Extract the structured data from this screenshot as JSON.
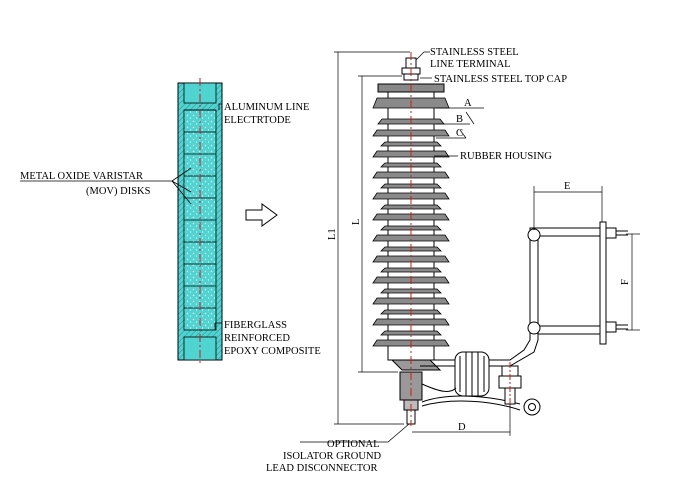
{
  "colors": {
    "varistor_fill": "#4fd4d2",
    "centerline": "#d01818",
    "line": "#000000"
  },
  "left_labels": {
    "electrode_line1": "ALUMINUM LINE",
    "electrode_line2": "ELECTRTODE",
    "mov_line1": "METAL OXIDE VARISTAR",
    "mov_line2": "(MOV) DISKS",
    "fiber_line1": "FIBERGLASS",
    "fiber_line2": "REINFORCED",
    "fiber_line3": "EPOXY COMPOSITE"
  },
  "right_labels": {
    "terminal_line1": "STAINLESS STEEL",
    "terminal_line2": "LINE TERMINAL",
    "top_cap": "STAINLESS STEEL TOP CAP",
    "housing": "RUBBER HOUSING",
    "disconnector_line1": "OPTIONAL",
    "disconnector_line2": "ISOLATOR GROUND",
    "disconnector_line3": "LEAD DISCONNECTOR"
  },
  "dimensions": {
    "a": "A",
    "b": "B",
    "c": "C",
    "d": "D",
    "e": "E",
    "f": "F",
    "l": "L",
    "l1": "L1"
  }
}
